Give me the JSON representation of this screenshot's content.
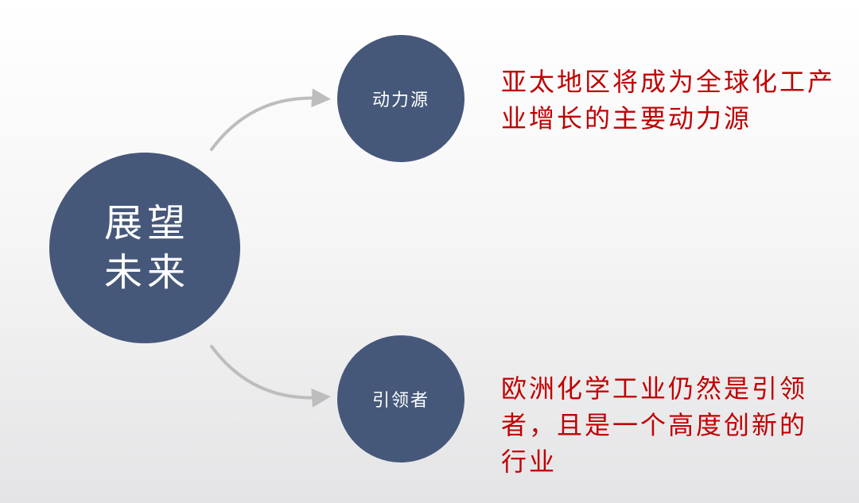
{
  "main_topic": "展望未来",
  "branches": [
    {
      "label": "动力源",
      "description": "亚太地区将成为全球化工产业增长的主要动力源"
    },
    {
      "label": "引领者",
      "description": "欧洲化学工业仍然是引领者，且是一个高度创新的行业"
    }
  ],
  "colors": {
    "circle_fill": "#46587a",
    "circle_text": "#ffffff",
    "description_text": "#c00000",
    "arrow": "#bdbdbd"
  }
}
